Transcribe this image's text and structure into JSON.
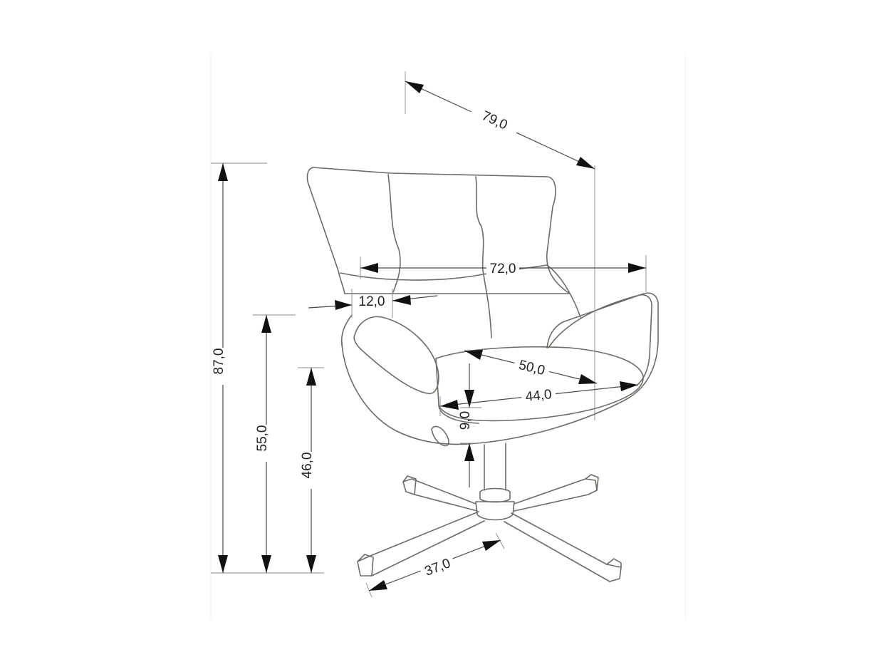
{
  "image": {
    "type": "dimension-drawing",
    "subject": "swivel armchair with four-star base",
    "line_color": "#6e6b67",
    "text_color": "#222222",
    "background": "#ffffff"
  },
  "dimensions": {
    "overall_depth": "79,0",
    "overall_height": "87,0",
    "width": "72,0",
    "armrest_width": "12,0",
    "armrest_height": "55,0",
    "seat_height": "46,0",
    "seat_depth": "50,0",
    "seat_width": "44,0",
    "seat_thickness": "9,0",
    "base_leg": "37,0"
  }
}
